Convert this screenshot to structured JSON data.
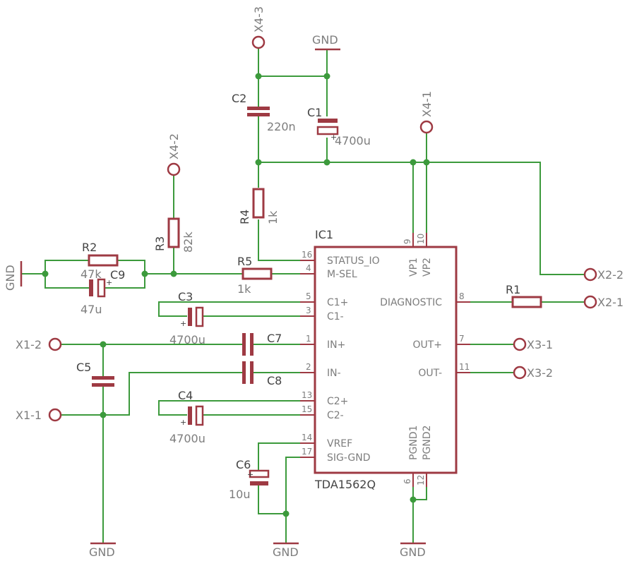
{
  "ic": {
    "name": "IC1",
    "value": "TDA1562Q",
    "pins": {
      "p16": {
        "num": "16",
        "label": "STATUS_IO"
      },
      "p4": {
        "num": "4",
        "label": "M-SEL"
      },
      "p5": {
        "num": "5",
        "label": "C1+"
      },
      "p3": {
        "num": "3",
        "label": "C1-"
      },
      "p1": {
        "num": "1",
        "label": "IN+"
      },
      "p2": {
        "num": "2",
        "label": "IN-"
      },
      "p13": {
        "num": "13",
        "label": "C2+"
      },
      "p15": {
        "num": "15",
        "label": "C2-"
      },
      "p14": {
        "num": "14",
        "label": "VREF"
      },
      "p17": {
        "num": "17",
        "label": "SIG-GND"
      },
      "p8": {
        "num": "8",
        "label": "DIAGNOSTIC"
      },
      "p7": {
        "num": "7",
        "label": "OUT+"
      },
      "p11": {
        "num": "11",
        "label": "OUT-"
      },
      "p9": {
        "num": "9",
        "label": "VP1"
      },
      "p10": {
        "num": "10",
        "label": "VP2"
      },
      "p6": {
        "num": "6",
        "label": "PGND1"
      },
      "p12": {
        "num": "12",
        "label": "PGND2"
      }
    }
  },
  "parts": {
    "c1": {
      "name": "C1",
      "value": "4700u"
    },
    "c2": {
      "name": "C2",
      "value": "220n"
    },
    "c3": {
      "name": "C3",
      "value": "4700u"
    },
    "c4": {
      "name": "C4",
      "value": "4700u"
    },
    "c5": {
      "name": "C5"
    },
    "c6": {
      "name": "C6",
      "value": "10u"
    },
    "c7": {
      "name": "C7"
    },
    "c8": {
      "name": "C8"
    },
    "c9": {
      "name": "C9",
      "value": "47u"
    },
    "r1": {
      "name": "R1"
    },
    "r2": {
      "name": "R2",
      "value": "47k"
    },
    "r3": {
      "name": "R3",
      "value": "82k"
    },
    "r4": {
      "name": "R4",
      "value": "1k"
    },
    "r5": {
      "name": "R5",
      "value": "1k"
    }
  },
  "connectors": {
    "x4_3": "X4-3",
    "x4_2": "X4-2",
    "x4_1": "X4-1",
    "x2_2": "X2-2",
    "x2_1": "X2-1",
    "x3_1": "X3-1",
    "x3_2": "X3-2",
    "x1_2": "X1-2",
    "x1_1": "X1-1"
  },
  "ground": {
    "label": "GND"
  },
  "polarity_mark": "+"
}
